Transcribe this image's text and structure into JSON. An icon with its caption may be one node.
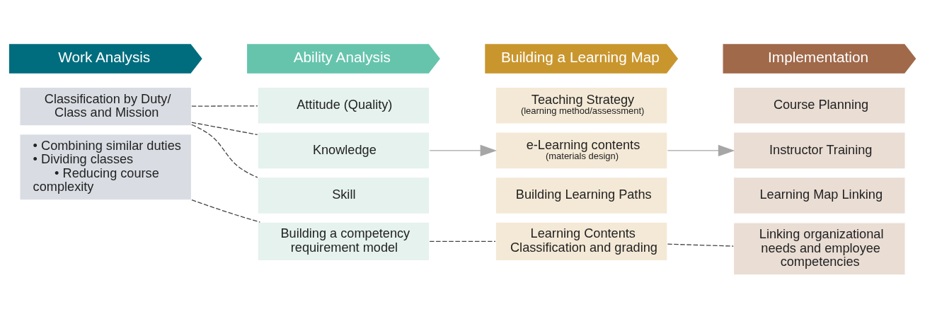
{
  "diagram": {
    "nodes": [
      {
        "text": [
          "Work Analysis"
        ]
      },
      {
        "text": [
          "Ability Analysis"
        ]
      },
      {
        "text": [
          "Building a Learning Map"
        ]
      },
      {
        "text": [
          "Implementation"
        ]
      },
      {
        "text": [
          "Classification by Duty/ Class and Mission"
        ]
      },
      {
        "text": [
          "Attitude (Quality)"
        ]
      },
      {
        "text": [
          "Knowledge"
        ]
      },
      {
        "text": [
          "Skill"
        ]
      },
      {
        "text": [
          "Teaching Strategy",
          "(learning method/assessment)"
        ]
      },
      {
        "text": [
          "e-Learning contents",
          "(materials design)"
        ]
      },
      {
        "text": [
          "Building Learning Paths"
        ]
      },
      {
        "text": [
          "Course Planning"
        ]
      },
      {
        "text": [
          "Instructor Training"
        ]
      },
      {
        "text": [
          "Learning Map Linking"
        ]
      },
      {
        "text": [
          "• Combining similar duties",
          "• Dividing classes",
          "• Reducing course complexity"
        ]
      },
      {
        "text": [
          "Building a competency requirement model"
        ]
      },
      {
        "text": [
          "Learning Contents Classification and grading"
        ]
      },
      {
        "text": [
          "Linking organizational needs and employee competencies"
        ]
      }
    ],
    "edges": [
      {
        "from": 4,
        "to": 5,
        "arrow": "none",
        "style": "dashed"
      },
      {
        "from": 4,
        "to": 6,
        "arrow": "none",
        "style": "dashed"
      },
      {
        "from": 4,
        "to": 7,
        "arrow": "none",
        "style": "dashed"
      },
      {
        "from": 6,
        "to": 9,
        "arrow": "to",
        "color": "#a6a6a6"
      },
      {
        "from": 9,
        "to": 12,
        "arrow": "to",
        "color": "#a6a6a6"
      },
      {
        "from": 14,
        "to": 15,
        "arrow": "none",
        "style": "dashed"
      },
      {
        "from": 15,
        "to": 16,
        "arrow": "none",
        "style": "dashed"
      },
      {
        "from": 16,
        "to": 17,
        "arrow": "none",
        "style": "dashed"
      }
    ]
  }
}
